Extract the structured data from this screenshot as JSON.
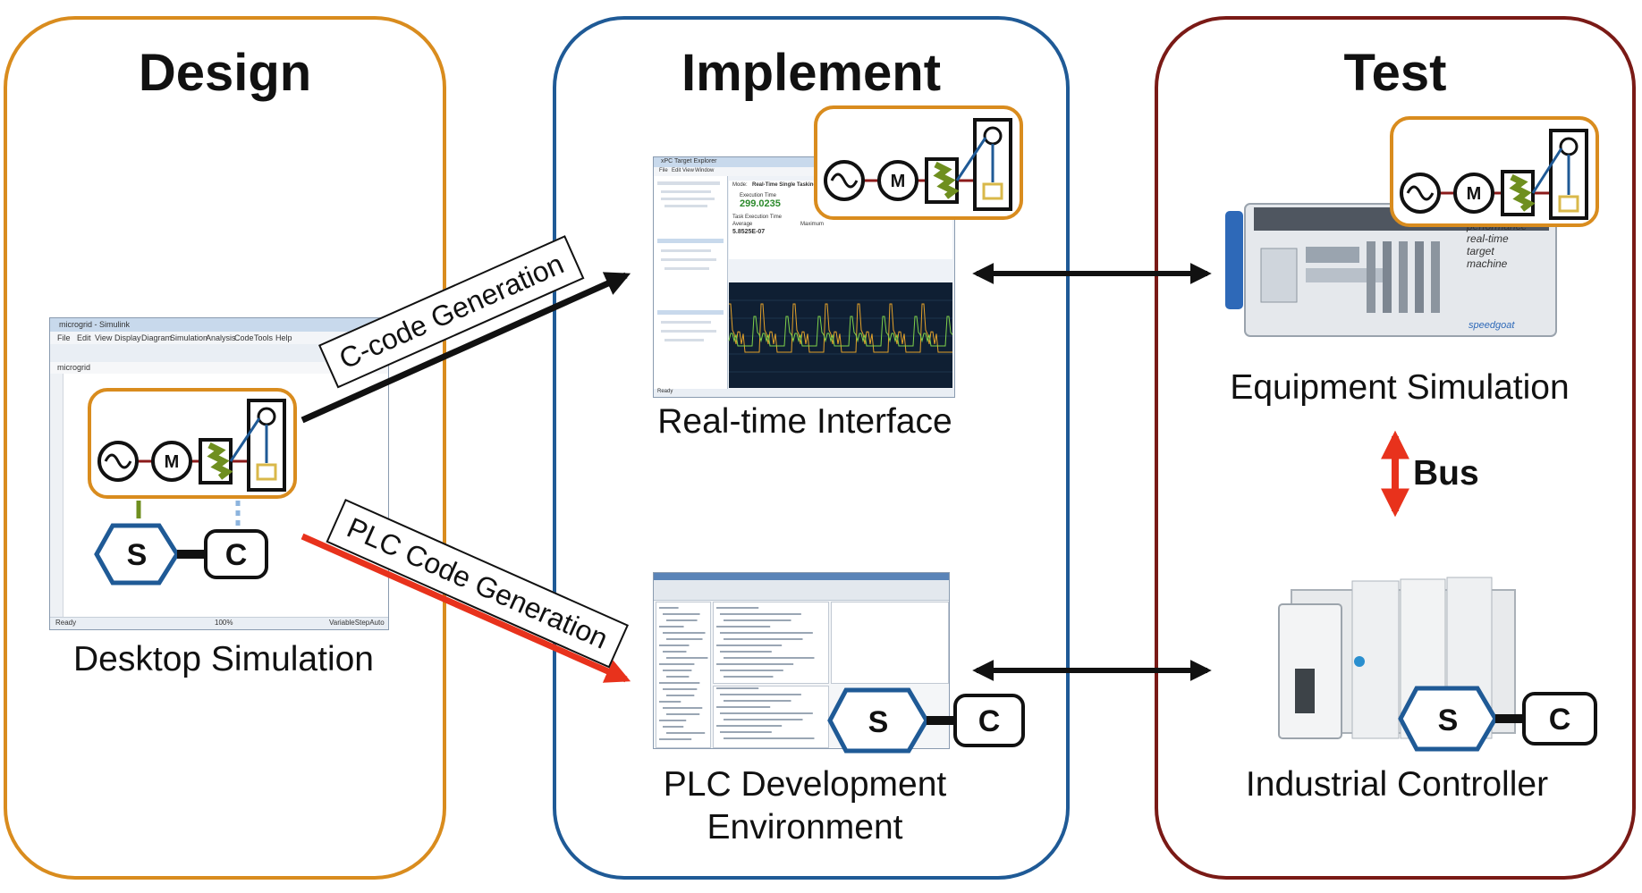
{
  "colors": {
    "design_border": "#d98c1e",
    "implement_border": "#1f5a96",
    "test_border": "#7a1a16",
    "model_border": "#d98c1e",
    "hex_blue": "#1f5a96",
    "plc_arrow": "#e8321c",
    "bus_arrow": "#e8321c",
    "model_line": "#8b1a1a",
    "model_link": "#1f5a96",
    "green_block": "#6f8f1f",
    "yellow_block": "#d9b84a"
  },
  "panels": {
    "design": {
      "title": "Design",
      "caption": "Desktop Simulation"
    },
    "implement": {
      "title": "Implement",
      "caption_rt": "Real-time Interface",
      "caption_plc_1": "PLC Development",
      "caption_plc_2": "Environment"
    },
    "test": {
      "title": "Test",
      "caption_equipment": "Equipment Simulation",
      "caption_controller": "Industrial Controller",
      "bus_label": "Bus"
    }
  },
  "arrows": {
    "c_code": "C-code Generation",
    "plc_code": "PLC Code Generation"
  },
  "blocks": {
    "s": "S",
    "c": "C",
    "m": "M"
  },
  "simulink": {
    "title": "microgrid - Simulink",
    "menu": [
      "File",
      "Edit",
      "View",
      "Display",
      "Diagram",
      "Simulation",
      "Analysis",
      "Code",
      "Tools",
      "Help"
    ],
    "tab": "microgrid",
    "status_left": "Ready",
    "status_mid": "100%",
    "status_right": "VariableStepAuto"
  },
  "xpc": {
    "title": "xPC Target Explorer",
    "menu": [
      "File",
      "Edit",
      "View",
      "Window"
    ],
    "mode_label": "Mode:",
    "mode": "Real-Time Single Tasking",
    "exec_label": "Execution Time",
    "exec_value": "299.0235",
    "tet_label": "Task Execution Time",
    "avg_label": "Average",
    "avg_value": "5.8525E-07",
    "max_label": "Maximum",
    "status": "Ready"
  },
  "speedgoat": {
    "brand": "speedgoat",
    "tagline_1": "performance",
    "tagline_2": "real-time",
    "tagline_3": "target",
    "tagline_4": "machine"
  }
}
